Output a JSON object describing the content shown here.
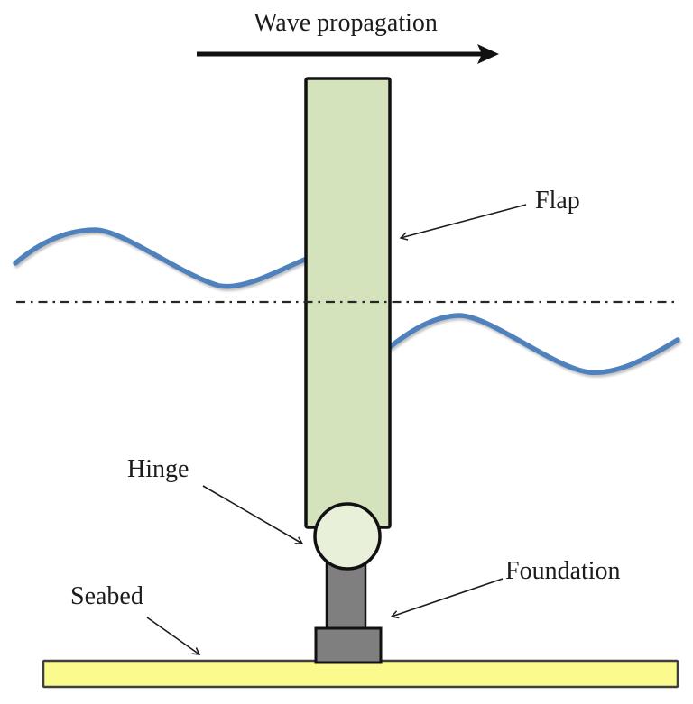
{
  "figure": {
    "title": "Wave propagation",
    "labels": {
      "flap": "Flap",
      "hinge": "Hinge",
      "foundation": "Foundation",
      "seabed": "Seabed"
    }
  },
  "colors": {
    "flap_fill": "#d5e3bd",
    "hinge_fill": "#e8f0da",
    "foundation_fill": "#7f7f7f",
    "seabed_fill": "#fbfa8d",
    "wave_stroke": "#4f81bd",
    "line_color": "#1c1c1c"
  }
}
